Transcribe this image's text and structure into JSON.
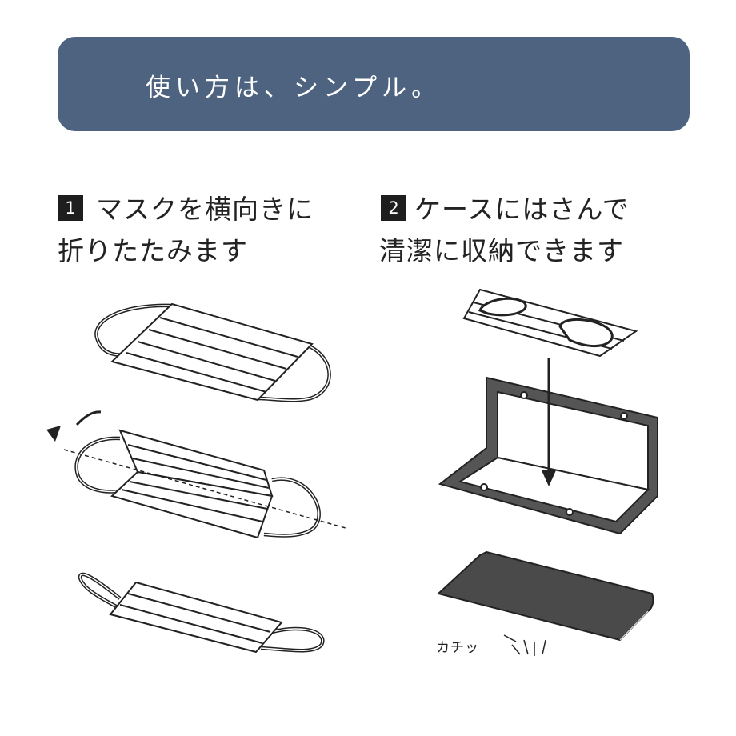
{
  "banner": {
    "title": "使い方は、シンプル。",
    "color": "#4e6380"
  },
  "steps": [
    {
      "number": "1",
      "lines": [
        "マスクを横向きに",
        "折りたたみます"
      ]
    },
    {
      "number": "2",
      "lines": [
        "ケースにはさんで",
        "清潔に収納できます"
      ]
    }
  ],
  "sound_effect": "カチッ",
  "illustrations": [
    "mask-flat-illustration",
    "mask-folding-illustration",
    "mask-folded-illustration",
    "folded-mask-illustration",
    "open-case-illustration",
    "closed-case-illustration"
  ]
}
